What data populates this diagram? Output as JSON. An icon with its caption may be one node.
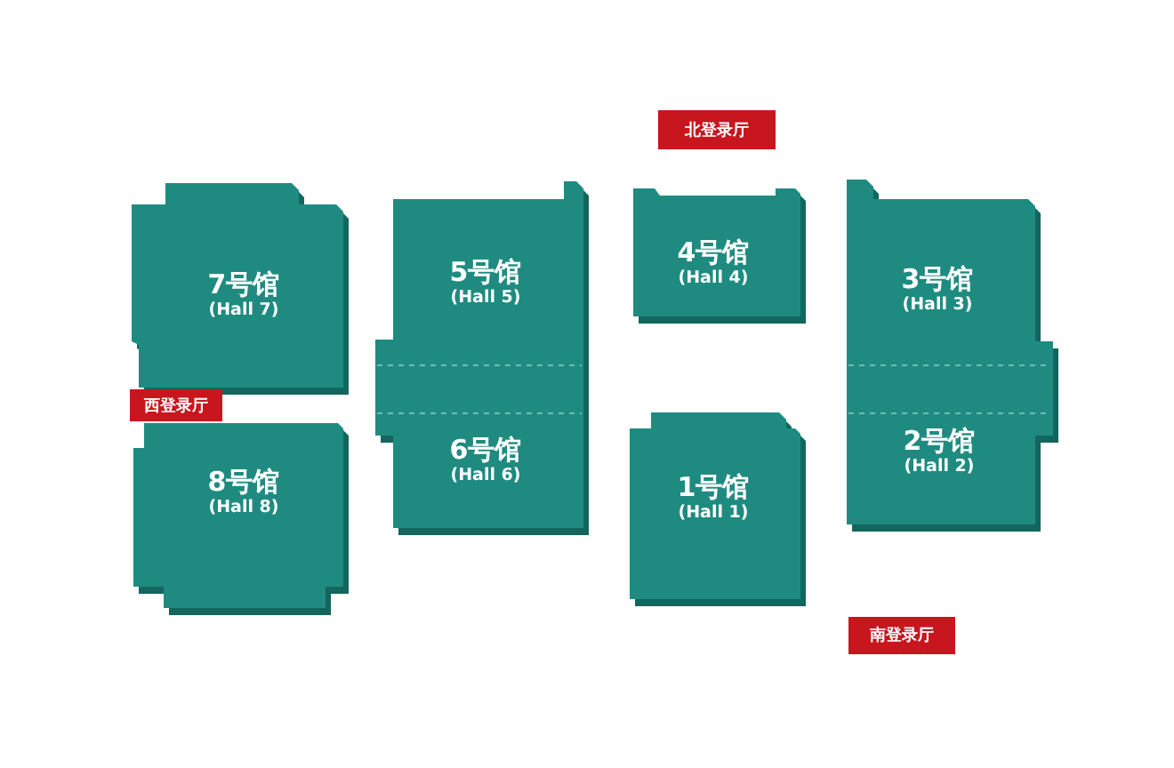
{
  "diagram": {
    "nodes": [
      {
        "text": [
          "北登录厅"
        ]
      },
      {
        "text": [
          "7号馆",
          "(Hall 7)"
        ]
      },
      {
        "text": [
          "5号馆",
          "(Hall 5)"
        ]
      },
      {
        "text": [
          "4号馆",
          "(Hall 4)"
        ]
      },
      {
        "text": [
          "3号馆",
          "(Hall 3)"
        ]
      },
      {
        "text": [
          "西登录厅"
        ]
      },
      {
        "text": [
          "8号馆",
          "(Hall 8)"
        ]
      },
      {
        "text": [
          "6号馆",
          "(Hall 6)"
        ]
      },
      {
        "text": [
          "1号馆",
          "(Hall 1)"
        ]
      },
      {
        "text": [
          "2号馆",
          "(Hall 2)"
        ]
      },
      {
        "text": [
          "南登录厅"
        ]
      }
    ]
  }
}
